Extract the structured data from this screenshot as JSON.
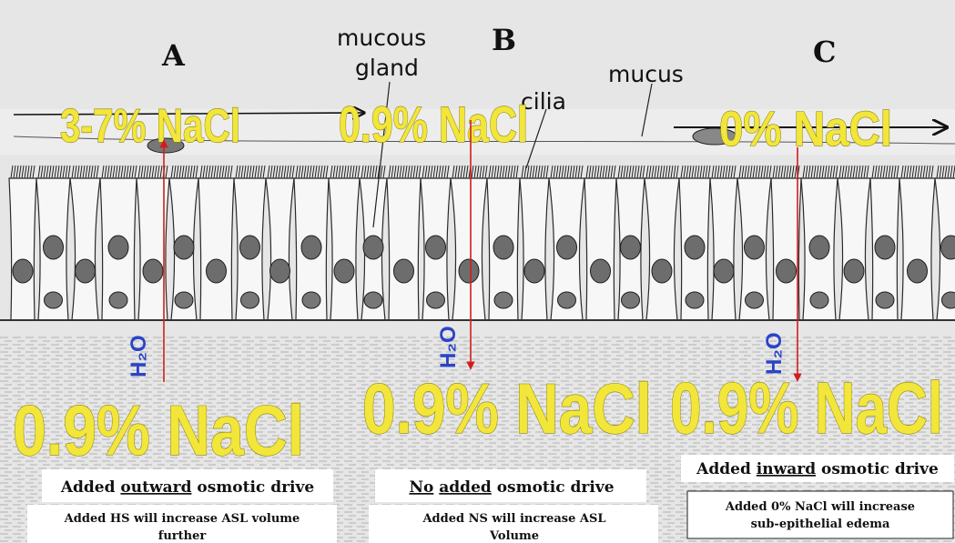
{
  "regions": [
    {
      "letter": "A",
      "top_salt": "3-7% NaCl",
      "bottom_salt": "0.9% NaCl",
      "water": "H₂O",
      "box": {
        "title_pre": "Added ",
        "title_u1": "outward",
        "title_mid": "",
        "title_u2": "",
        "title_post": " osmotic drive",
        "line1": "Added HS will increase ASL volume",
        "line2": "further"
      }
    },
    {
      "letter": "B",
      "top_salt": "0.9% NaCl",
      "bottom_salt": "0.9% NaCl",
      "water": "H₂O",
      "box": {
        "title_pre": "",
        "title_u1": "No",
        "title_mid": " ",
        "title_u2": "added",
        "title_post": " osmotic drive",
        "line1": "Added NS will increase ASL",
        "line2": "Volume"
      }
    },
    {
      "letter": "C",
      "top_salt": "0% NaCl",
      "bottom_salt": "0.9% NaCl",
      "water": "H₂O",
      "box": {
        "title_pre": "Added ",
        "title_u1": "inward",
        "title_mid": "",
        "title_u2": "",
        "title_post": " osmotic drive",
        "line1": "Added 0% NaCl will increase",
        "line2": "sub-epithelial edema"
      }
    }
  ],
  "labels": {
    "gland_line1": "mucous",
    "gland_line2": "gland",
    "mucus": "mucus",
    "cilia": "cilia"
  },
  "colors": {
    "salt_text": "#f2e63a",
    "water_text": "#2a44c8",
    "water_arrow": "#d11d1d",
    "tissue_background": "#e9e9e9",
    "ink": "#222222"
  }
}
